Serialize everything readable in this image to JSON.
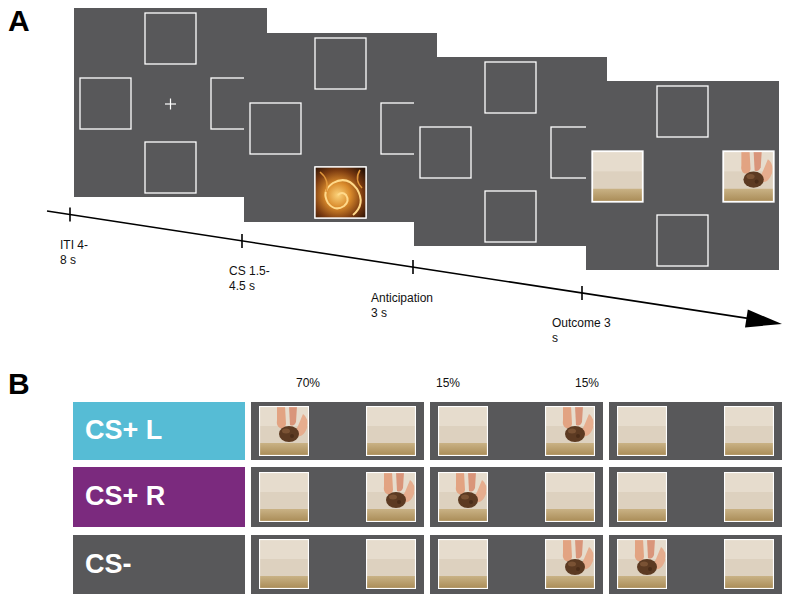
{
  "diagram": {
    "nodes": [
      {
        "text": [
          "CS+ L"
        ]
      },
      {
        "text": [
          "CS+ R"
        ]
      },
      {
        "text": [
          "CS-"
        ]
      }
    ],
    "labels": [
      "A",
      "ITI 4-8 s",
      "CS 1.5-4.5 s",
      "Anticipation 3 s",
      "Outcome 3 s",
      "B",
      "70%",
      "15%",
      "15%"
    ]
  }
}
